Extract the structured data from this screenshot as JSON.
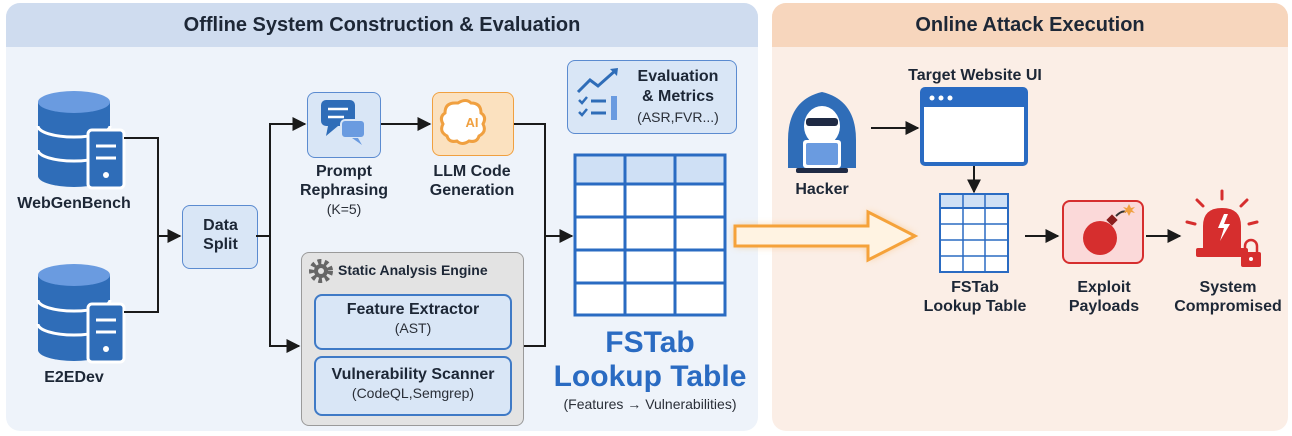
{
  "offline_panel": {
    "title": "Offline System Construction & Evaluation"
  },
  "online_panel": {
    "title": "Online Attack Execution"
  },
  "datasets": [
    {
      "label": "WebGenBench"
    },
    {
      "label": "E2EDev"
    }
  ],
  "data_split": {
    "line1": "Data",
    "line2": "Split"
  },
  "prompt_rephrasing": {
    "line1": "Prompt",
    "line2": "Rephrasing",
    "param": "(K=5)"
  },
  "llm_codegen": {
    "icon_text": "AI",
    "line1": "LLM Code",
    "line2": "Generation"
  },
  "evaluation": {
    "line1": "Evaluation",
    "line2": "& Metrics",
    "detail": "(ASR,FVR...)"
  },
  "static_analysis": {
    "title": "Static Analysis Engine",
    "feature_extractor": {
      "label": "Feature Extractor",
      "detail": "(AST)"
    },
    "vulnerability_scanner": {
      "label": "Vulnerability Scanner",
      "detail": "(CodeQL,Semgrep)"
    }
  },
  "fstab_main": {
    "line1": "FSTab",
    "line2": "Lookup Table",
    "caption": "(Features → Vulnerabilities)"
  },
  "online": {
    "hacker": "Hacker",
    "target_ui": "Target Website UI",
    "fstab_small": {
      "line1": "FSTab",
      "line2": "Lookup Table"
    },
    "exploit": {
      "line1": "Exploit",
      "line2": "Payloads"
    },
    "compromised": {
      "line1": "System",
      "line2": "Compromised"
    }
  },
  "colors": {
    "accent_blue": "#2a6bc2",
    "llm_orange": "#f0a040",
    "alert_red": "#d62e2e",
    "big_arrow": "#f5a23a"
  }
}
